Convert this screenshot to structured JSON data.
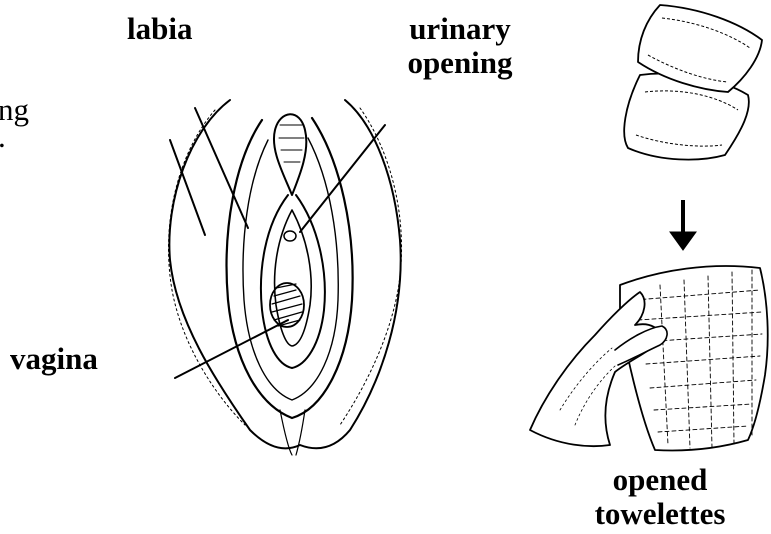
{
  "labels": {
    "labia": "labia",
    "urinary_opening_line1": "urinary",
    "urinary_opening_line2": "opening",
    "vagina": "vagina",
    "opened_line1": "opened",
    "opened_line2": "towelettes",
    "cut_text_line1": "ng",
    "cut_text_line2": "."
  },
  "colors": {
    "ink": "#000000",
    "background": "#ffffff"
  },
  "icons": {
    "arrow": "down-arrow-icon"
  }
}
